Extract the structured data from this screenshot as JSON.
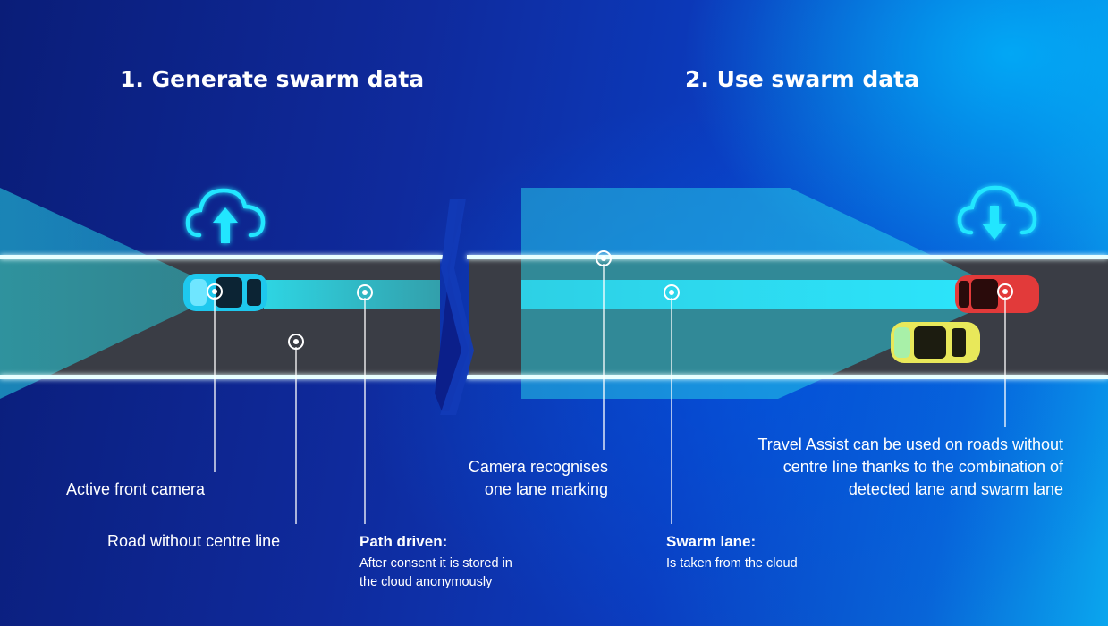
{
  "titles": {
    "generate": "1. Generate swarm data",
    "use": "2. Use swarm data"
  },
  "labels": {
    "active_front_camera": "Active front camera",
    "road_without_centre_line": "Road without centre line",
    "path_driven_title": "Path driven:",
    "path_driven_desc_1": "After consent it is stored in",
    "path_driven_desc_2": "the cloud anonymously",
    "camera_recognises_1": "Camera recognises",
    "camera_recognises_2": "one lane marking",
    "swarm_lane_title": "Swarm lane:",
    "swarm_lane_desc": "Is taken from the cloud",
    "travel_assist_1": "Travel Assist can be used on roads without",
    "travel_assist_2": "centre line thanks to the combination of",
    "travel_assist_3": "detected lane and swarm lane"
  },
  "icons": {
    "upload": "cloud-upload-icon",
    "download": "cloud-download-icon"
  },
  "colors": {
    "accent_cyan": "#22e6ff",
    "road": "#3c3f47",
    "car_blue": "#1ec8ee",
    "car_red": "#e23a3a",
    "car_yellow": "#e8e85a"
  }
}
